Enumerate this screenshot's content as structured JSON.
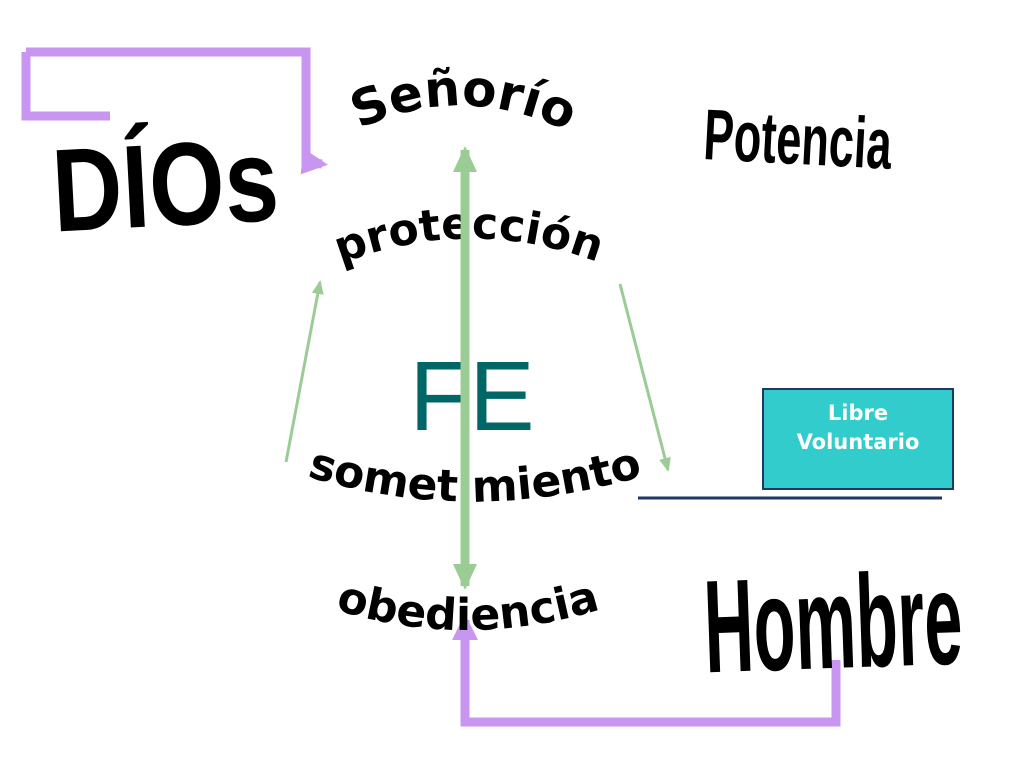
{
  "diagram": {
    "words": {
      "dios": "DÍOs",
      "senorio": "Señorío",
      "potencia": "Potencia",
      "proteccion": "protección",
      "fe": "FE",
      "sometimiento": "sometimiento",
      "obediencia": "obediencia",
      "hombre": "Hombre"
    },
    "libre_box": {
      "line1": "Libre",
      "line2": "Voluntario"
    }
  },
  "colors": {
    "connector_purple": "#c896f0",
    "arrow_green": "#9ccc96",
    "fe_teal": "#006666",
    "box_fill": "#33cccc",
    "box_border": "#1f3864",
    "underline_navy": "#1f3864"
  }
}
